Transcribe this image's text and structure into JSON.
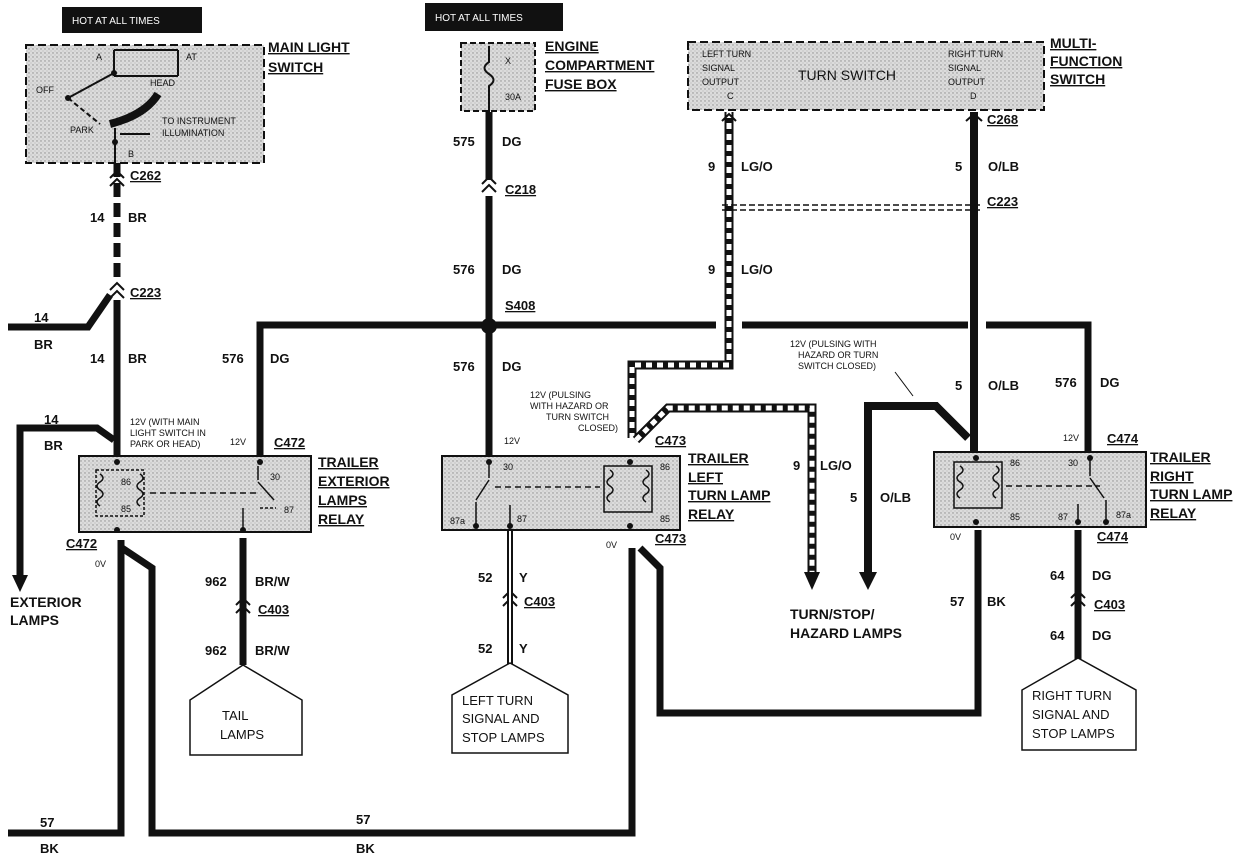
{
  "hot_labels": [
    "HOT AT ALL TIMES",
    "HOT AT ALL TIMES"
  ],
  "main_light_switch": {
    "title_lines": [
      "MAIN LIGHT",
      "SWITCH"
    ],
    "inner": {
      "a": "A",
      "at": "AT",
      "head": "HEAD",
      "off": "OFF",
      "park": "PARK",
      "to_inst_1": "TO INSTRUMENT",
      "to_inst_2": "ILLUMINATION",
      "b": "B"
    }
  },
  "fuse_box": {
    "title_lines": [
      "ENGINE",
      "COMPARTMENT",
      "FUSE BOX"
    ],
    "x": "X",
    "amp": "30A"
  },
  "mfs": {
    "title_lines": [
      "MULTI-",
      "FUNCTION",
      "SWITCH"
    ],
    "center": "TURN SWITCH",
    "left": [
      "LEFT TURN",
      "SIGNAL",
      "OUTPUT",
      "C"
    ],
    "right": [
      "RIGHT TURN",
      "SIGNAL",
      "OUTPUT",
      "D"
    ]
  },
  "connectors": {
    "c262": "C262",
    "c223a": "C223",
    "c218": "C218",
    "s408": "S408",
    "c268": "C268",
    "c223b": "C223",
    "c472a": "C472",
    "c472b": "C472",
    "c473a": "C473",
    "c473b": "C473",
    "c474a": "C474",
    "c474b": "C474",
    "c403a": "C403",
    "c403b": "C403",
    "c403c": "C403"
  },
  "wires": {
    "w14_br_a": [
      "14",
      "BR"
    ],
    "w14_br_b": [
      "14",
      "BR"
    ],
    "w14_br_left": [
      "14",
      "BR"
    ],
    "w14_br_relay": [
      "14",
      "BR"
    ],
    "w576_a": [
      "575",
      "DG"
    ],
    "w576_b": [
      "576",
      "DG"
    ],
    "w576_c": [
      "576",
      "DG"
    ],
    "w576_d": [
      "576",
      "DG"
    ],
    "w576_e": [
      "576",
      "DG"
    ],
    "w9_a": [
      "9",
      "LG/O"
    ],
    "w9_b": [
      "9",
      "LG/O"
    ],
    "w9_c": [
      "9",
      "LG/O"
    ],
    "w5_a": [
      "5",
      "O/LB"
    ],
    "w5_b": [
      "5",
      "O/LB"
    ],
    "w5_c": [
      "5",
      "O/LB"
    ],
    "w962_a": [
      "962",
      "BR/W"
    ],
    "w962_b": [
      "962",
      "BR/W"
    ],
    "w52_a": [
      "52",
      "Y"
    ],
    "w52_b": [
      "52",
      "Y"
    ],
    "w64_a": [
      "64",
      "DG"
    ],
    "w64_b": [
      "64",
      "DG"
    ],
    "w57_right": [
      "57",
      "BK"
    ],
    "w57_bl": [
      "57",
      "BK"
    ],
    "w57_mid": [
      "57",
      "BK"
    ]
  },
  "notes": {
    "main12v": [
      "12V (WITH MAIN",
      "LIGHT SWITCH IN",
      "PARK OR HEAD)"
    ],
    "left12v": [
      "12V (PULSING",
      "WITH HAZARD OR",
      "TURN SWITCH",
      "CLOSED)"
    ],
    "right12v": [
      "12V (PULSING WITH",
      "HAZARD OR TURN",
      "SWITCH CLOSED)"
    ],
    "v12": "12V",
    "v0": "0V"
  },
  "relays": {
    "ext": {
      "title": [
        "TRAILER",
        "EXTERIOR",
        "LAMPS",
        "RELAY"
      ],
      "pins": [
        "86",
        "85",
        "30",
        "87"
      ]
    },
    "left": {
      "title": [
        "TRAILER",
        "LEFT",
        "TURN LAMP",
        "RELAY"
      ],
      "pins": [
        "30",
        "87a",
        "87",
        "86",
        "85"
      ]
    },
    "right": {
      "title": [
        "TRAILER",
        "RIGHT",
        "TURN LAMP",
        "RELAY"
      ],
      "pins": [
        "86",
        "85",
        "30",
        "87",
        "87a"
      ]
    }
  },
  "outputs": {
    "exterior": [
      "EXTERIOR",
      "LAMPS"
    ],
    "tail": [
      "TAIL",
      "LAMPS"
    ],
    "left_turn": [
      "LEFT TURN",
      "SIGNAL AND",
      "STOP LAMPS"
    ],
    "turn_stop": [
      "TURN/STOP/",
      "HAZARD LAMPS"
    ],
    "right_turn": [
      "RIGHT TURN",
      "SIGNAL AND",
      "STOP LAMPS"
    ]
  }
}
